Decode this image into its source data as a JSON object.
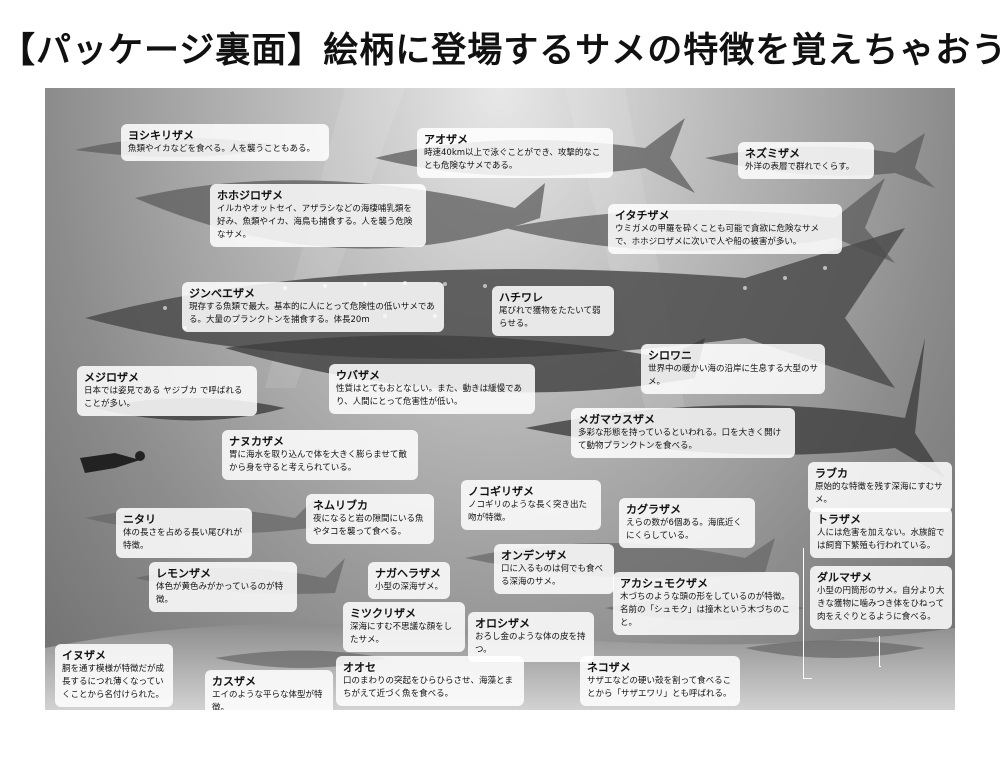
{
  "title": "【パッケージ裏面】絵柄に登場するサメの特徴を覚えちゃおう!",
  "sharks": [
    {
      "name": "ヨシキリザメ",
      "desc": "魚類やイカなどを食べる。人を襲うこともある。"
    },
    {
      "name": "アオザメ",
      "desc": "時速40km以上で泳ぐことができ、攻撃的なことも危険なサメである。"
    },
    {
      "name": "ネズミザメ",
      "desc": "外洋の表層で群れでくらす。"
    },
    {
      "name": "ホホジロザメ",
      "desc": "イルカやオットセイ、アザラシなどの海棲哺乳類を好み、魚類やイカ、海鳥も捕食する。人を襲う危険なサメ。"
    },
    {
      "name": "イタチザメ",
      "desc": "ウミガメの甲羅を砕くことも可能で貪欲に危険なサメで、ホホジロザメに次いで人や船の被害が多い。"
    },
    {
      "name": "ジンベエザメ",
      "desc": "現存する魚類で最大。基本的に人にとって危険性の低いサメである。大量のプランクトンを捕食する。体長20m"
    },
    {
      "name": "ハチワレ",
      "desc": "尾びれで獲物をたたいて弱らせる。"
    },
    {
      "name": "シロワニ",
      "desc": "世界中の暖かい海の沿岸に生息する大型のサメ。"
    },
    {
      "name": "メジロザメ",
      "desc": "日本では姿見である ヤジブカ で呼ばれることが多い。"
    },
    {
      "name": "ウバザメ",
      "desc": "性質はとてもおとなしい。また、動きは緩慢であり、人間にとって危害性が低い。"
    },
    {
      "name": "メガマウスザメ",
      "desc": "多彩な形態を持っているといわれる。口を大きく開けて動物プランクトンを食べる。"
    },
    {
      "name": "ナヌカザメ",
      "desc": "胃に海水を取り込んで体を大きく膨らませて敵から身を守ると考えられている。"
    },
    {
      "name": "ラブカ",
      "desc": "原始的な特徴を残す深海にすむサメ。"
    },
    {
      "name": "ノコギリザメ",
      "desc": "ノコギリのような長く突き出た吻が特徴。"
    },
    {
      "name": "ネムリブカ",
      "desc": "夜になると岩の隙間にいる魚やタコを襲って食べる。"
    },
    {
      "name": "ニタリ",
      "desc": "体の長さを占める長い尾びれが特徴。"
    },
    {
      "name": "カグラザメ",
      "desc": "えらの数が6個ある。海底近くにくらしている。"
    },
    {
      "name": "トラザメ",
      "desc": "人には危害を加えない。水族館では飼育下繁殖も行われている。"
    },
    {
      "name": "オンデンザメ",
      "desc": "口に入るものは何でも食べる深海のサメ。"
    },
    {
      "name": "レモンザメ",
      "desc": "体色が黄色みがかっているのが特徴。"
    },
    {
      "name": "ナガヘラザメ",
      "desc": "小型の深海ザメ。"
    },
    {
      "name": "アカシュモクザメ",
      "desc": "木づちのような頭の形をしているのが特徴。名前の「シュモク」は撞木という木づちのこと。"
    },
    {
      "name": "ダルマザメ",
      "desc": "小型の円筒形のサメ。自分より大きな獲物に噛みつき体をひねって肉をえぐりとるように食べる。"
    },
    {
      "name": "ミツクリザメ",
      "desc": "深海にすむ不思議な顔をしたサメ。"
    },
    {
      "name": "オロシザメ",
      "desc": "おろし金のような体の皮を持つ。"
    },
    {
      "name": "イヌザメ",
      "desc": "胴を通す模様が特徴だが成長するにつれ薄くなっていくことから名付けられた。"
    },
    {
      "name": "カスザメ",
      "desc": "エイのような平らな体型が特徴。"
    },
    {
      "name": "オオセ",
      "desc": "口のまわりの突起をひらひらさせ、海藻とまちがえて近づく魚を食べる。"
    },
    {
      "name": "ネコザメ",
      "desc": "サザエなどの硬い殻を割って食べることから「サザエワリ」とも呼ばれる。"
    }
  ]
}
